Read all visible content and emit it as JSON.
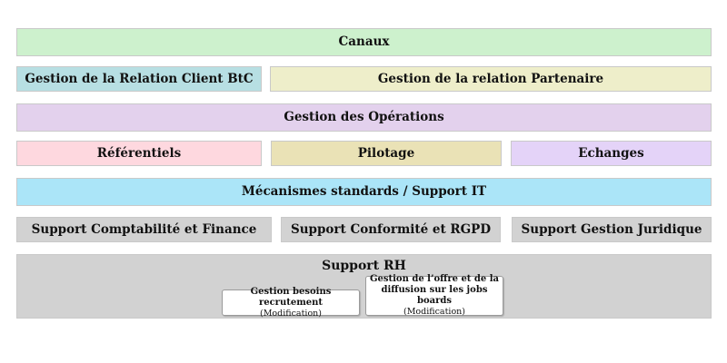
{
  "colors": {
    "canaux": "#cdf1cd",
    "client_btc": "#b7dfe3",
    "partenaire": "#eeeeca",
    "operations": "#e3d1ed",
    "referentiels": "#fed8df",
    "pilotage": "#eae2b6",
    "echanges": "#e4d3f8",
    "mecanismes": "#abe5f8",
    "support_gray": "#d2d2d2",
    "text": "#111111",
    "page_background": "#ffffff"
  },
  "blocks": {
    "canaux": {
      "label": "Canaux",
      "bg": "#cdf1cd"
    },
    "client_btc": {
      "label": "Gestion de la Relation Client BtC",
      "bg": "#b7dfe3"
    },
    "partenaire": {
      "label": "Gestion de la relation Partenaire",
      "bg": "#eeeeca"
    },
    "operations": {
      "label": "Gestion des Opérations",
      "bg": "#e3d1ed"
    },
    "referentiels": {
      "label": "Référentiels",
      "bg": "#fed8df"
    },
    "pilotage": {
      "label": "Pilotage",
      "bg": "#eae2b6"
    },
    "echanges": {
      "label": "Echanges",
      "bg": "#e4d3f8"
    },
    "mecanismes": {
      "label": "Mécanismes standards / Support IT",
      "bg": "#abe5f8"
    },
    "compta": {
      "label": "Support Comptabilité et Finance",
      "bg": "#d2d2d2"
    },
    "conformite": {
      "label": "Support Conformité et RGPD",
      "bg": "#d2d2d2"
    },
    "juridique": {
      "label": "Support Gestion Juridique",
      "bg": "#d2d2d2"
    },
    "support_rh": {
      "label": "Support RH",
      "bg": "#d2d2d2",
      "children": [
        {
          "title": "Gestion besoins recrutement",
          "subtitle": "(Modification)"
        },
        {
          "title": "Gestion de l’offre et de la diffusion sur les jobs boards",
          "subtitle": "(Modification)"
        }
      ]
    }
  }
}
